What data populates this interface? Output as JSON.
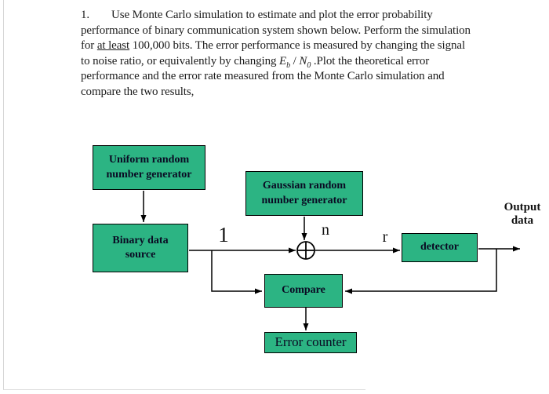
{
  "page": {
    "background": "#ffffff",
    "edge_color": "#d5d5d5"
  },
  "problem": {
    "number": "1.",
    "line1": "Use Monte Carlo simulation to estimate and plot the error probability",
    "line2": "performance of binary communication system shown below. Perform the simulation",
    "line3": {
      "pre": "for ",
      "underlined": "at least",
      "post": " 100,000 bits. The error performance is measured by changing the signal"
    },
    "line4": {
      "pre": "to noise ratio, or equivalently by changing ",
      "var1_base": "E",
      "var1_sub": "b",
      "divider": " / ",
      "var2_base": "N",
      "var2_sub": "0",
      "post": " .Plot the theoretical error"
    },
    "line5": "performance and the error rate measured from the Monte Carlo simulation and",
    "line6": "compare the two results,"
  },
  "diagram": {
    "box_fill": "#2cb483",
    "box_border": "#000000",
    "box_text_color": "#0a0a23",
    "wire_color": "#000000",
    "icons": {
      "adder": "circle-plus"
    },
    "blocks": {
      "uniform": {
        "line1": "Uniform random",
        "line2": "number generator"
      },
      "gaussian": {
        "line1": "Gaussian random",
        "line2": "number generator"
      },
      "binary": {
        "line1": "Binary data",
        "line2": "source"
      },
      "detector": {
        "label": "detector"
      },
      "compare": {
        "label": "Compare"
      },
      "error_counter": {
        "label": "Error counter"
      }
    },
    "labels": {
      "signal": "1",
      "noise": "n",
      "received": "r",
      "output_line1": "Output",
      "output_line2": "data"
    }
  }
}
